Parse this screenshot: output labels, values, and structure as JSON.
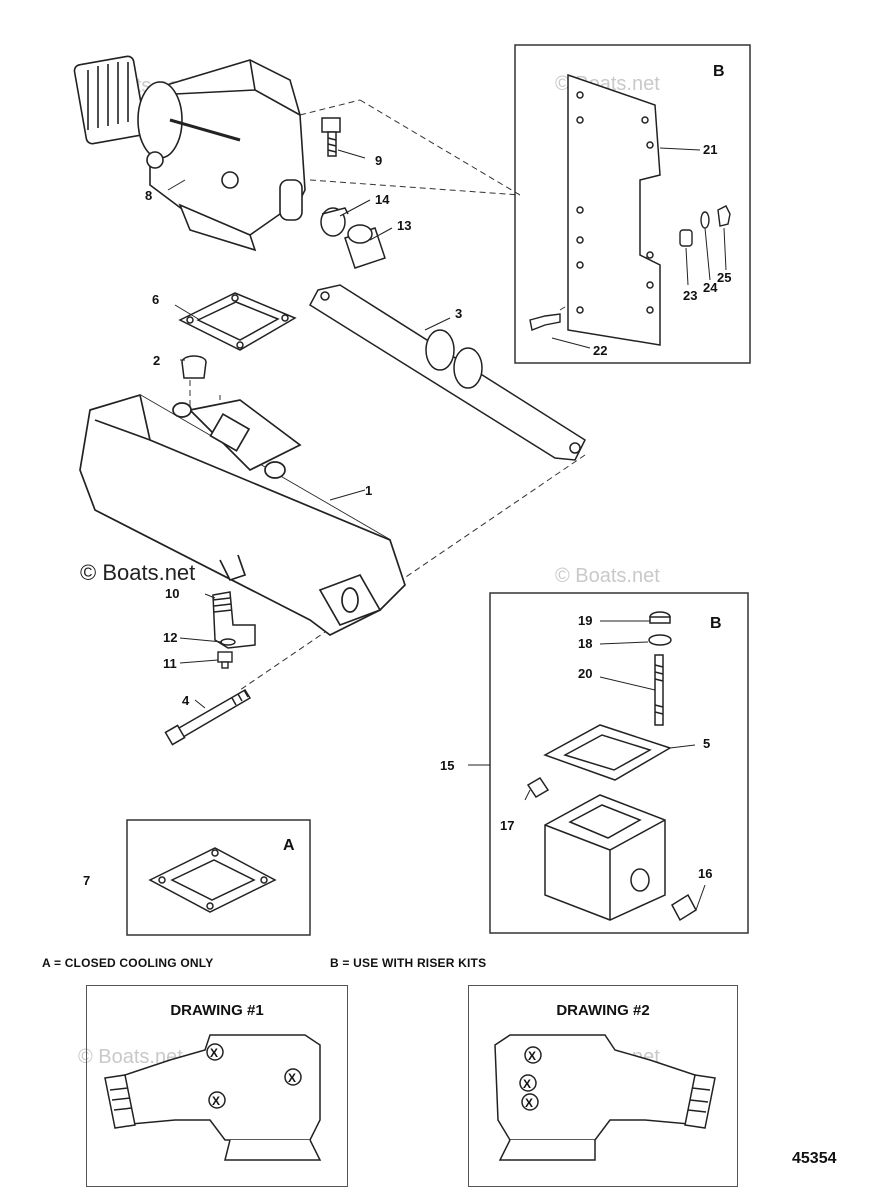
{
  "watermark": "© Boats.net",
  "part_labels": [
    {
      "id": "1",
      "text": "1"
    },
    {
      "id": "2",
      "text": "2"
    },
    {
      "id": "3",
      "text": "3"
    },
    {
      "id": "4",
      "text": "4"
    },
    {
      "id": "5",
      "text": "5"
    },
    {
      "id": "6",
      "text": "6"
    },
    {
      "id": "7",
      "text": "7"
    },
    {
      "id": "8",
      "text": "8"
    },
    {
      "id": "9",
      "text": "9"
    },
    {
      "id": "10",
      "text": "10"
    },
    {
      "id": "11",
      "text": "11"
    },
    {
      "id": "12",
      "text": "12"
    },
    {
      "id": "13",
      "text": "13"
    },
    {
      "id": "14",
      "text": "14"
    },
    {
      "id": "15",
      "text": "15"
    },
    {
      "id": "16",
      "text": "16"
    },
    {
      "id": "17",
      "text": "17"
    },
    {
      "id": "18",
      "text": "18"
    },
    {
      "id": "19",
      "text": "19"
    },
    {
      "id": "20",
      "text": "20"
    },
    {
      "id": "21",
      "text": "21"
    },
    {
      "id": "22",
      "text": "22"
    },
    {
      "id": "23",
      "text": "23"
    },
    {
      "id": "24",
      "text": "24"
    },
    {
      "id": "25",
      "text": "25"
    }
  ],
  "boxes": {
    "top_right": "B",
    "middle_right": "B",
    "lower_left": "A"
  },
  "notes": {
    "a": "A = CLOSED COOLING ONLY",
    "b": "B = USE WITH RISER KITS"
  },
  "drawings": [
    {
      "title": "DRAWING #1",
      "marker": "X"
    },
    {
      "title": "DRAWING #2",
      "marker": "X"
    }
  ],
  "document_number": "45354"
}
